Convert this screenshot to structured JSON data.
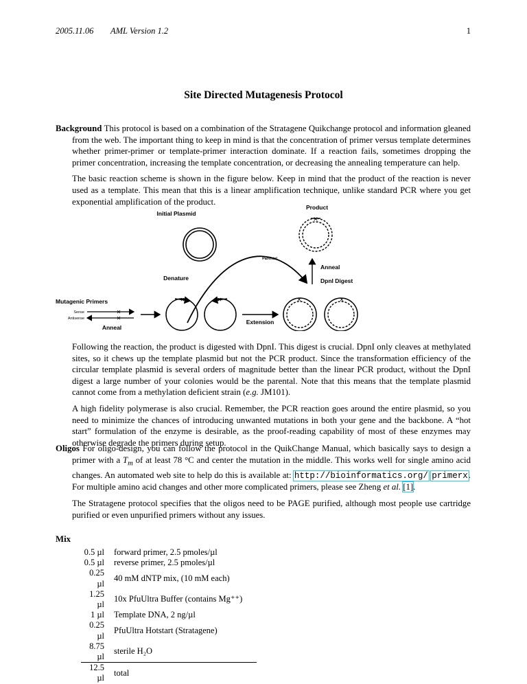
{
  "header": {
    "date": "2005.11.06",
    "version": "AML Version 1.2",
    "page_number": "1"
  },
  "title": "Site Directed Mutagenesis Protocol",
  "background": {
    "heading": "Background",
    "p1": "This protocol is based on a combination of the Stratagene Quikchange protocol and information gleaned from the web. The important thing to keep in mind is that the concentration of primer versus template determines whether primer-primer or template-primer interaction dominate. If a reaction fails, sometimes dropping the primer concentration, increasing the template concentration, or decreasing the annealing temperature can help.",
    "p2": "The basic reaction scheme is shown in the figure below. Keep in mind that the product of the reaction is never used as a template. This mean that this is a linear amplification technique, unlike standard PCR where you get exponential amplification of the product.",
    "p3": "Following the reaction, the product is digested with DpnI. This digest is crucial. DpnI only cleaves at methylated sites, so it chews up the template plasmid but not the PCR product. Since the transformation efficiency of the circular template plasmid is several orders of magnitude better than the linear PCR product, without the DpnI digest a large number of your colonies would be the parental. Note that this means that the template plasmid cannot come from a methylation deficient strain (",
    "p3_eg": "e.g.",
    "p3_end": " JM101).",
    "p4": "A high fidelity polymerase is also crucial. Remember, the PCR reaction goes around the entire plasmid, so you need to minimize the chances of introducing unwanted mutations in both your gene and the backbone. A “hot start” formulation of the enzyme is desirable, as the proof-reading capability of most of these enzymes may otherwise degrade the primers during setup."
  },
  "diagram": {
    "initial_plasmid": "Initial Plasmid",
    "product": "Product",
    "parental": "Parental",
    "anneal_top": "Anneal",
    "denature": "Denature",
    "dpni_digest": "DpnI Digest",
    "mutagenic_primers": "Mutagenic Primers",
    "sense": "Sense",
    "antisense": "Antisense",
    "extension": "Extension",
    "anneal_bottom": "Anneal"
  },
  "oligos": {
    "heading": "Oligos",
    "p1_a": "For oligo-design, you can follow the protocol in the QuikChange Manual, which basically says to design a primer with a ",
    "p1_tm": "T",
    "p1_tm_sub": "m",
    "p1_b": " of at least 78 °C and center the mutation in the middle. This works well for single amino acid changes. An automated web site to help do this is available at: ",
    "url_1": "http://bioinformatics.org/",
    "url_2": "primerx",
    "p1_c": ". For multiple amino acid changes and other more complicated primers, please see Zheng ",
    "p1_etal": "et al.",
    "p1_cite": "[1]",
    "p1_end": ".",
    "p2": "The Stratagene protocol specifies that the oligos need to be PAGE purified, although most people use cartridge purified or even unpurified primers without any issues."
  },
  "mix": {
    "heading": "Mix",
    "rows": [
      {
        "amount": "0.5 µl",
        "desc": "forward primer, 2.5 pmoles/µl"
      },
      {
        "amount": "0.5 µl",
        "desc": "reverse primer, 2.5 pmoles/µl"
      },
      {
        "amount": "0.25 µl",
        "desc": "40 mM dNTP mix, (10 mM each)"
      },
      {
        "amount": "1.25 µl",
        "desc": "10x PfuUltra Buffer (contains Mg⁺⁺)"
      },
      {
        "amount": "1 µl",
        "desc": "Template DNA, 2 ng/µl"
      },
      {
        "amount": "0.25 µl",
        "desc": "PfuUltra Hotstart (Stratagene)"
      },
      {
        "amount": "8.75 µl",
        "desc": "sterile H₂O"
      }
    ],
    "total": {
      "amount": "12.5 µl",
      "desc": "total"
    }
  }
}
